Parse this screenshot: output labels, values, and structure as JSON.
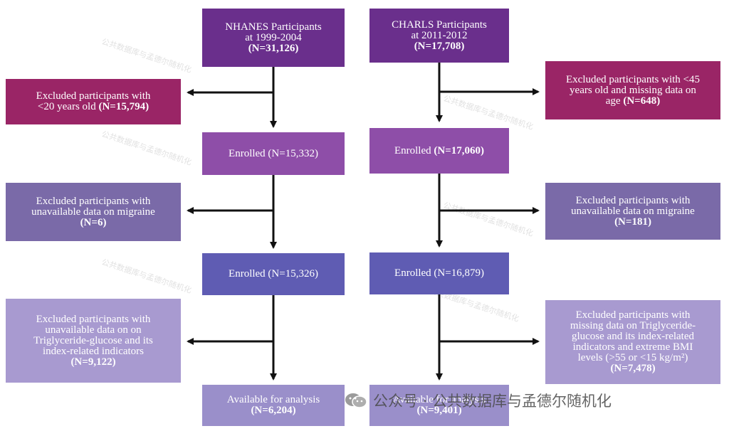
{
  "nhanes": {
    "start": {
      "lines": [
        "NHANES Participants",
        "at 1999-2004"
      ],
      "count": "(N=31,126)"
    },
    "excl1": {
      "lines": [
        "Excluded participants  with"
      ],
      "last_plain": "<20 years old ",
      "last_bold": "(N=15,794)"
    },
    "enrolled1": {
      "label": "Enrolled (N=15,332)"
    },
    "excl2": {
      "lines": [
        "Excluded participants with",
        "unavailable data on migraine"
      ],
      "count": "(N=6)"
    },
    "enrolled2": {
      "label": "Enrolled (N=15,326)"
    },
    "excl3": {
      "lines": [
        "Excluded participants with",
        "unavailable data on on",
        "Triglyceride-glucose and its",
        "index-related indicators"
      ],
      "count": "(N=9,122)"
    },
    "final": {
      "lines": [
        "Available for analysis"
      ],
      "count": "(N=6,204)"
    }
  },
  "charls": {
    "start": {
      "lines": [
        "CHARLS Participants",
        "at 2011-2012"
      ],
      "count": "(N=17,708)"
    },
    "excl1": {
      "lines": [
        "Excluded participants  with <45",
        "years old and missing data on"
      ],
      "last_plain": "age ",
      "last_bold": "(N=648)"
    },
    "enrolled1": {
      "plain": "Enrolled ",
      "bold": "(N=17,060)"
    },
    "excl2": {
      "lines": [
        "Excluded participants with",
        "unavailable data on migraine"
      ],
      "count": "(N=181)"
    },
    "enrolled2": {
      "label": "Enrolled (N=16,879)"
    },
    "excl3": {
      "lines": [
        "Excluded participants with",
        "missing data on Triglyceride-",
        "glucose and its index-related",
        "indicators and extreme BMI"
      ],
      "last_line": "levels (>55 or <15 kg/m²)",
      "count": "(N=7,478)"
    },
    "final": {
      "lines": [
        "Available for analysis"
      ],
      "count": "(N=9,401)"
    }
  },
  "watermark": {
    "text": "公共数据库与孟德尔随机化"
  },
  "brand": {
    "text": "公众号 · 公共数据库与孟德尔随机化"
  },
  "colors": {
    "dark_purple": "#6a2f8c",
    "magenta": "#9a2566",
    "blue": "#5f5cb3",
    "lavender": "#a89ad0",
    "arrow": "#111111"
  }
}
